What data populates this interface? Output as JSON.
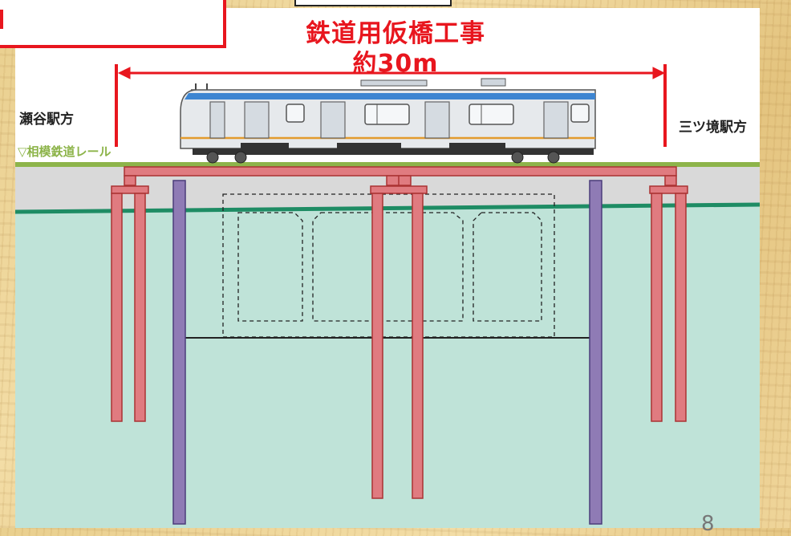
{
  "title_line1": "鉄道用仮橋工事",
  "title_line2": "約30m",
  "left_station": "瀬谷駅方",
  "right_station": "三ツ境駅方",
  "rail_label": "▽相模鉄道レール",
  "page_number": "8",
  "colors": {
    "accent_red": "#e8161e",
    "rail_green": "#8db44a",
    "water_line": "#1e8c64",
    "pile_pink": "#e07b80",
    "pile_purple": "#8f7bb5",
    "ground_teal": "#bfe3d8",
    "ground_gray": "#d9d9d9"
  }
}
